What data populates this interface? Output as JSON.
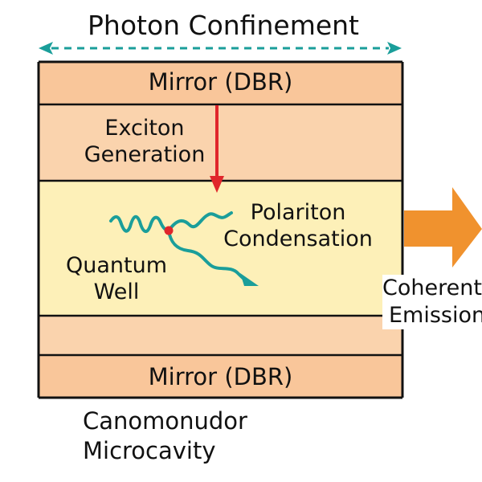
{
  "diagram": {
    "title": "Photon Confinement",
    "layers": {
      "top_mirror": "Mirror (DBR)",
      "bottom_mirror": "Mirror (DBR)"
    },
    "labels": {
      "exciton_line1": "Exciton",
      "exciton_line2": "Generation",
      "polariton_line1": "Polariton",
      "polariton_line2": "Condensation",
      "quantum_line1": "Quantum",
      "quantum_line2": "Well",
      "emission_line1": "Coherent",
      "emission_line2": "Emission",
      "footer_line1": "Canomonudor",
      "footer_line2": "Microcavity"
    },
    "colors": {
      "mirror": "#f9c69a",
      "spacer": "#fad3ad",
      "quantum_well": "#fdf0b8",
      "teal": "#1a9e9a",
      "red_arrow": "#e0262b",
      "orange_arrow": "#f0922e"
    }
  }
}
